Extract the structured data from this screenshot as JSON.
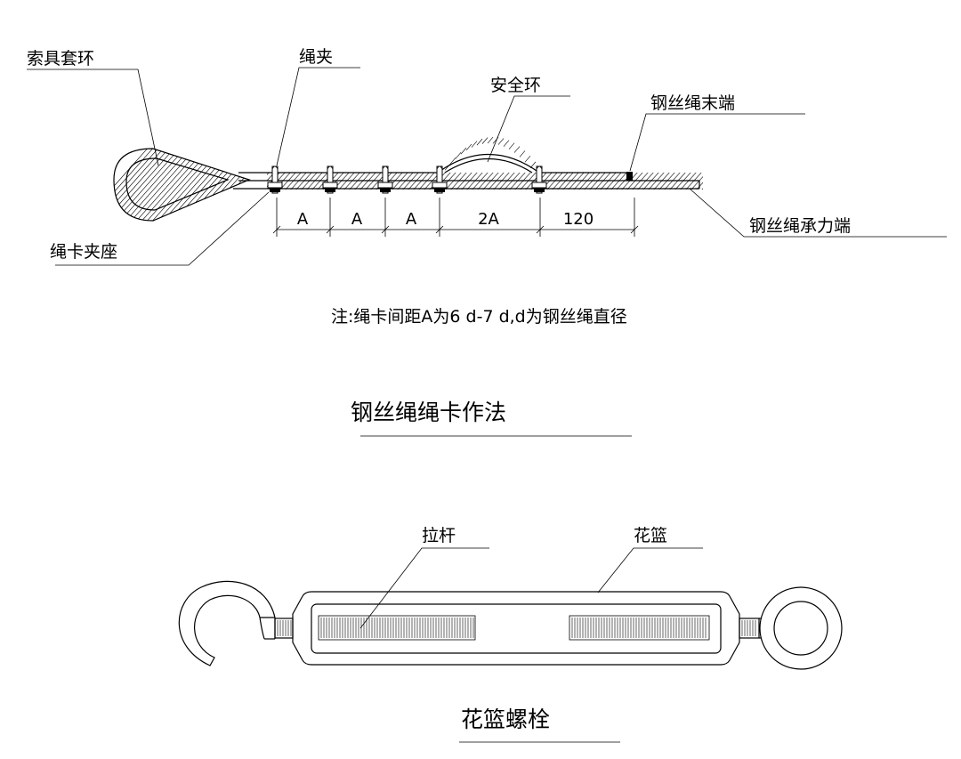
{
  "labels": {
    "thimble": "索具套环",
    "clip": "绳夹",
    "safety_loop": "安全环",
    "rope_tail_end": "钢丝绳末端",
    "rope_load_end": "钢丝绳承力端",
    "clip_saddle": "绳卡夹座",
    "tie_rod": "拉杆",
    "turnbuckle_body": "花篮"
  },
  "dimensions": [
    "A",
    "A",
    "A",
    "2A",
    "120"
  ],
  "note": "注:绳卡间距A为6 d-7 d,d为钢丝绳直径",
  "titles": {
    "rope_clip_method": "钢丝绳绳卡作法",
    "turnbuckle": "花篮螺栓"
  }
}
